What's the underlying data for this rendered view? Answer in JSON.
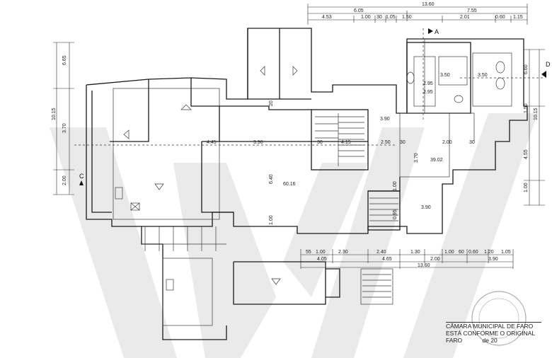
{
  "watermark": {
    "letter": "W",
    "color": "#d9d9d9"
  },
  "dimensions": {
    "top_total": "13.60",
    "top_row": [
      "6.05",
      "7.55"
    ],
    "top_sub": [
      "4.53",
      "1.00",
      "30",
      "1.05",
      "1.50",
      "2.01",
      "0.60",
      "1.15"
    ],
    "left_vertical": [
      "6.65",
      "10.15",
      "3.70",
      "2.00"
    ],
    "right_vertical": [
      "6.60",
      "10.15",
      "4.55",
      "1.00",
      "1.50"
    ],
    "interior": [
      "4.45",
      "3.90",
      "4.15",
      "30",
      "2.00",
      "30",
      "6.40",
      "20",
      "1.00",
      "3.70",
      "1.00",
      "0.95",
      "2.95",
      "3.90",
      "2.50",
      "30"
    ],
    "bottom_row": [
      "55",
      "1.00",
      "2.30",
      "2.40",
      "1.30",
      "1.00",
      "60",
      "0.60",
      "1.20",
      "1.05"
    ],
    "bottom_sub": [
      "4.05",
      "4.65",
      "2.00",
      "3.90"
    ],
    "bottom_total": "13.60"
  },
  "areas": [
    "60.16",
    "39.02",
    "3.50",
    "3.90",
    "2.95",
    "3.50"
  ],
  "section_markers": [
    "A",
    "D",
    "C"
  ],
  "stamp": {
    "line1": "CÂMARA MUNICIPAL DE FARO",
    "line2": "ESTÁ CONFORME O ORIGINAL",
    "line3": "FARO",
    "line3b": "de 20"
  }
}
